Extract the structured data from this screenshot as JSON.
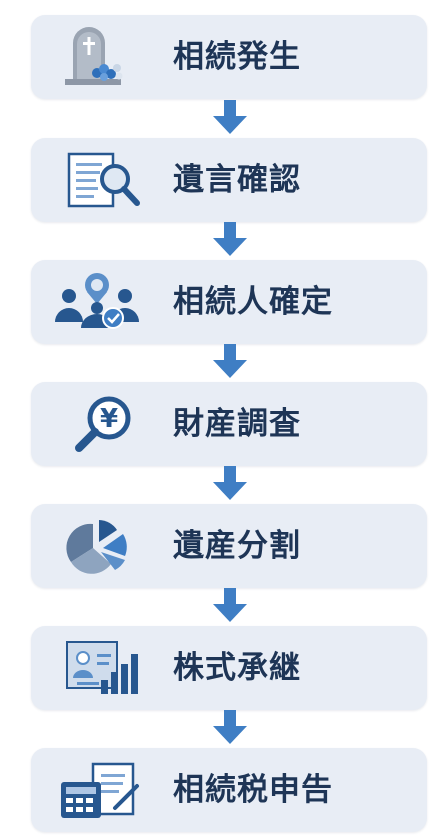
{
  "steps": [
    {
      "label": "相続発生",
      "icon": "gravestone-icon"
    },
    {
      "label": "遺言確認",
      "icon": "document-search-icon"
    },
    {
      "label": "相続人確定",
      "icon": "people-check-icon"
    },
    {
      "label": "財産調査",
      "icon": "yen-search-icon"
    },
    {
      "label": "遺産分割",
      "icon": "pie-chart-icon"
    },
    {
      "label": "株式承継",
      "icon": "stock-chart-icon"
    },
    {
      "label": "相続税申告",
      "icon": "calculator-document-icon"
    }
  ],
  "colors": {
    "card_bg": "#e8edf5",
    "text": "#1e3556",
    "arrow": "#3f7ec4",
    "icon_dark": "#27578f",
    "icon_mid": "#5b8fc9",
    "icon_light": "#aec6e4"
  }
}
